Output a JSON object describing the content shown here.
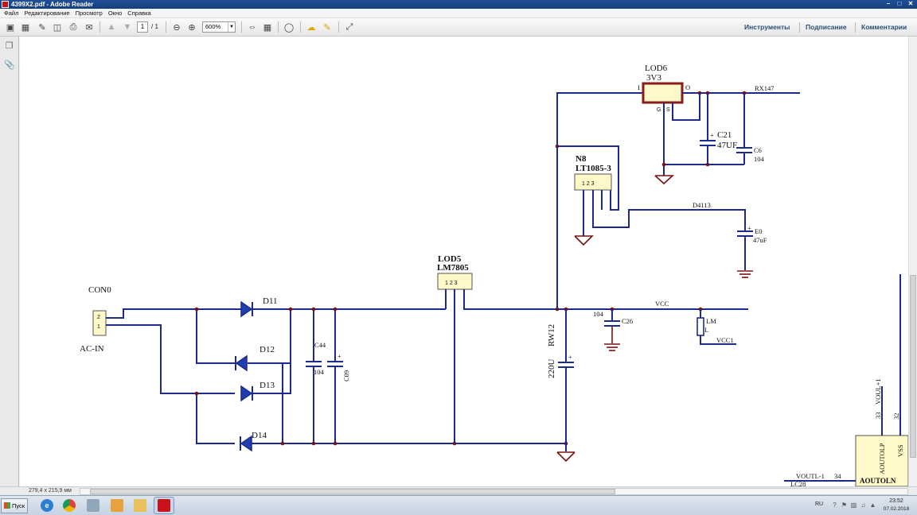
{
  "window": {
    "title": "4399X2.pdf - Adobe Reader"
  },
  "menu": [
    "Файл",
    "Редактирование",
    "Просмотр",
    "Окно",
    "Справка"
  ],
  "toolbar": {
    "page_current": "1",
    "page_total": "/ 1",
    "zoom": "600%",
    "tools_label": "Инструменты",
    "sign_label": "Подписание",
    "comment_label": "Комментарии"
  },
  "status": {
    "page_size": "279,4 x 215,9 мм"
  },
  "taskbar": {
    "start_label": "Пуск",
    "lang": "RU",
    "time": "23:52",
    "date": "07.02.2018"
  },
  "schematic": {
    "con0": "CON0",
    "ac_in": "AC-IN",
    "con_pin2": "2",
    "con_pin1": "1",
    "d11": "D11",
    "d12": "D12",
    "d13": "D13",
    "d14": "D14",
    "c44": "C44",
    "c44_val": "104",
    "c09": "C09",
    "lod5": "LOD5",
    "lm7805": "LM7805",
    "ic_pins": "1 2 3",
    "rw12": "RW12",
    "rw12_val": "220U",
    "c26_val": "104",
    "c26": "C26",
    "vcc": "VCC",
    "lm": "LM",
    "l": "L",
    "vcc1": "VCC1",
    "lod6": "LOD6",
    "v3v3": "3V3",
    "pin_i": "I",
    "pin_o": "O",
    "pin_g": "G",
    "pin_s": "S",
    "rx147": "RX147",
    "c21": "C21",
    "c21_val": "47UF",
    "c6": "C6",
    "c6_val": "104",
    "n8": "N8",
    "lt1085": "LT1085-3",
    "d4113": "D4113",
    "e0": "E0",
    "e0_val": "47uF",
    "voutl1": "VOUTL-1",
    "pin34": "34",
    "lc28": "LC28",
    "aoutln": "AOUTOLN",
    "aoutlp": "AOUTOLP",
    "vss": "VSS",
    "pin33": "33",
    "voul1": "VOUL+1",
    "pin32": "32"
  }
}
